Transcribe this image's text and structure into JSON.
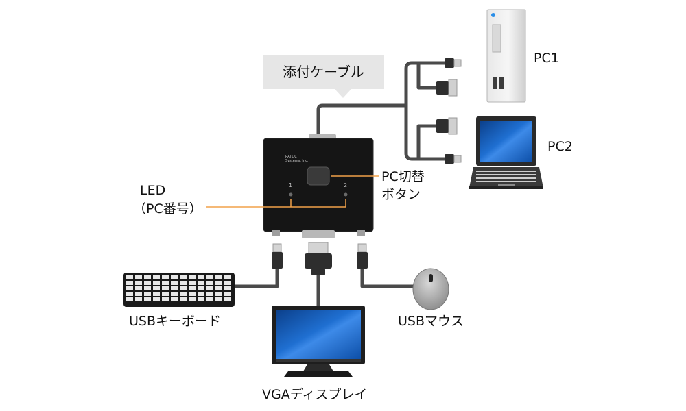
{
  "callout": {
    "text": "添付ケーブル"
  },
  "labels": {
    "pc1": "PC1",
    "pc2": "PC2",
    "switch_button_line1": "PC切替",
    "switch_button_line2": "ボタン",
    "led_line1": "LED",
    "led_line2": "（PC番号）",
    "usb_keyboard": "USBキーボード",
    "usb_mouse": "USBマウス",
    "vga_display": "VGAディスプレイ"
  },
  "device": {
    "brand_line1": "RATOC",
    "brand_line2": "Systems, Inc.",
    "led_numbers": [
      "1",
      "2"
    ]
  },
  "colors": {
    "leader_line": "#f2a24a",
    "cable": "#4a4a4a",
    "screen": "#1f6fd1",
    "callout_bg": "#e6e6e6"
  },
  "icons": [
    "kvm-switch-icon",
    "desktop-tower-icon",
    "laptop-icon",
    "keyboard-icon",
    "mouse-icon",
    "monitor-icon",
    "usb-plug-icon",
    "vga-plug-icon"
  ]
}
